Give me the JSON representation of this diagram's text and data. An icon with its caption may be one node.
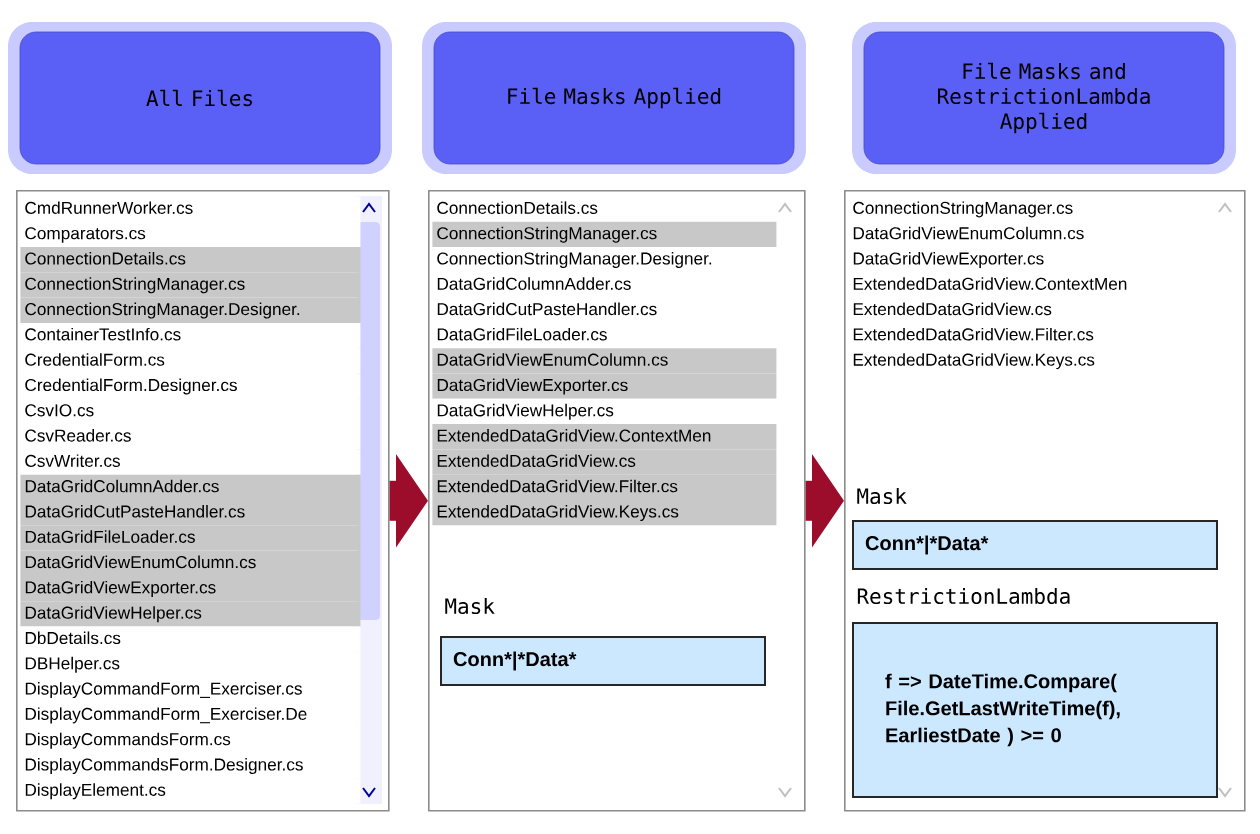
{
  "diagram": {
    "nodes": [
      {
        "text": [
          "All Files"
        ]
      },
      {
        "text": [
          "File Masks Applied"
        ]
      },
      {
        "text": [
          "File Masks and RestrictionLambda Applied"
        ]
      },
      {
        "text": [
          "CmdRunnerWorker.cs",
          "Comparators.cs",
          "ConnectionDetails.cs",
          "ConnectionStringManager.cs",
          "ConnectionStringManager.Designer.",
          "ContainerTestInfo.cs",
          "CredentialForm.cs",
          "CredentialForm.Designer.cs",
          "CsvIO.cs",
          "CsvReader.cs",
          "CsvWriter.cs",
          "DataGridColumnAdder.cs",
          "DataGridCutPasteHandler.cs",
          "DataGridFileLoader.cs",
          "DataGridViewEnumColumn.cs",
          "DataGridViewExporter.cs",
          "DataGridViewHelper.cs",
          "DbDetails.cs",
          "DBHelper.cs",
          "DisplayCommandForm_Exerciser.cs",
          "DisplayCommandForm_Exerciser.De",
          "DisplayCommandsForm.cs",
          "DisplayCommandsForm.Designer.cs",
          "DisplayElement.cs"
        ]
      },
      {
        "text": [
          "ConnectionDetails.cs",
          "ConnectionStringManager.cs",
          "ConnectionStringManager.Designer.",
          "DataGridColumnAdder.cs",
          "DataGridCutPasteHandler.cs",
          "DataGridFileLoader.cs",
          "DataGridViewEnumColumn.cs",
          "DataGridViewExporter.cs",
          "DataGridViewHelper.cs",
          "ExtendedDataGridView.ContextMen",
          "ExtendedDataGridView.cs",
          "ExtendedDataGridView.Filter.cs",
          "ExtendedDataGridView.Keys.cs"
        ]
      },
      {
        "text": [
          "ConnectionStringManager.cs",
          "DataGridViewEnumColumn.cs",
          "DataGridViewExporter.cs",
          "ExtendedDataGridView.ContextMen",
          "ExtendedDataGridView.cs",
          "ExtendedDataGridView.Filter.cs",
          "ExtendedDataGridView.Keys.cs"
        ]
      },
      {
        "text": [
          "Mask",
          "Conn*|*Data*"
        ],
        "in": 4
      },
      {
        "text": [
          "Mask",
          "Conn*|*Data*"
        ],
        "in": 5
      },
      {
        "text": [
          "RestrictionLambda",
          "f => DateTime.Compare( File.GetLastWriteTime(f), EarliestDate ) >= 0"
        ],
        "in": 5
      }
    ],
    "edges": [
      {
        "from": 3,
        "to": 4,
        "arrow": "to"
      },
      {
        "from": 4,
        "to": 5,
        "arrow": "to"
      }
    ]
  }
}
